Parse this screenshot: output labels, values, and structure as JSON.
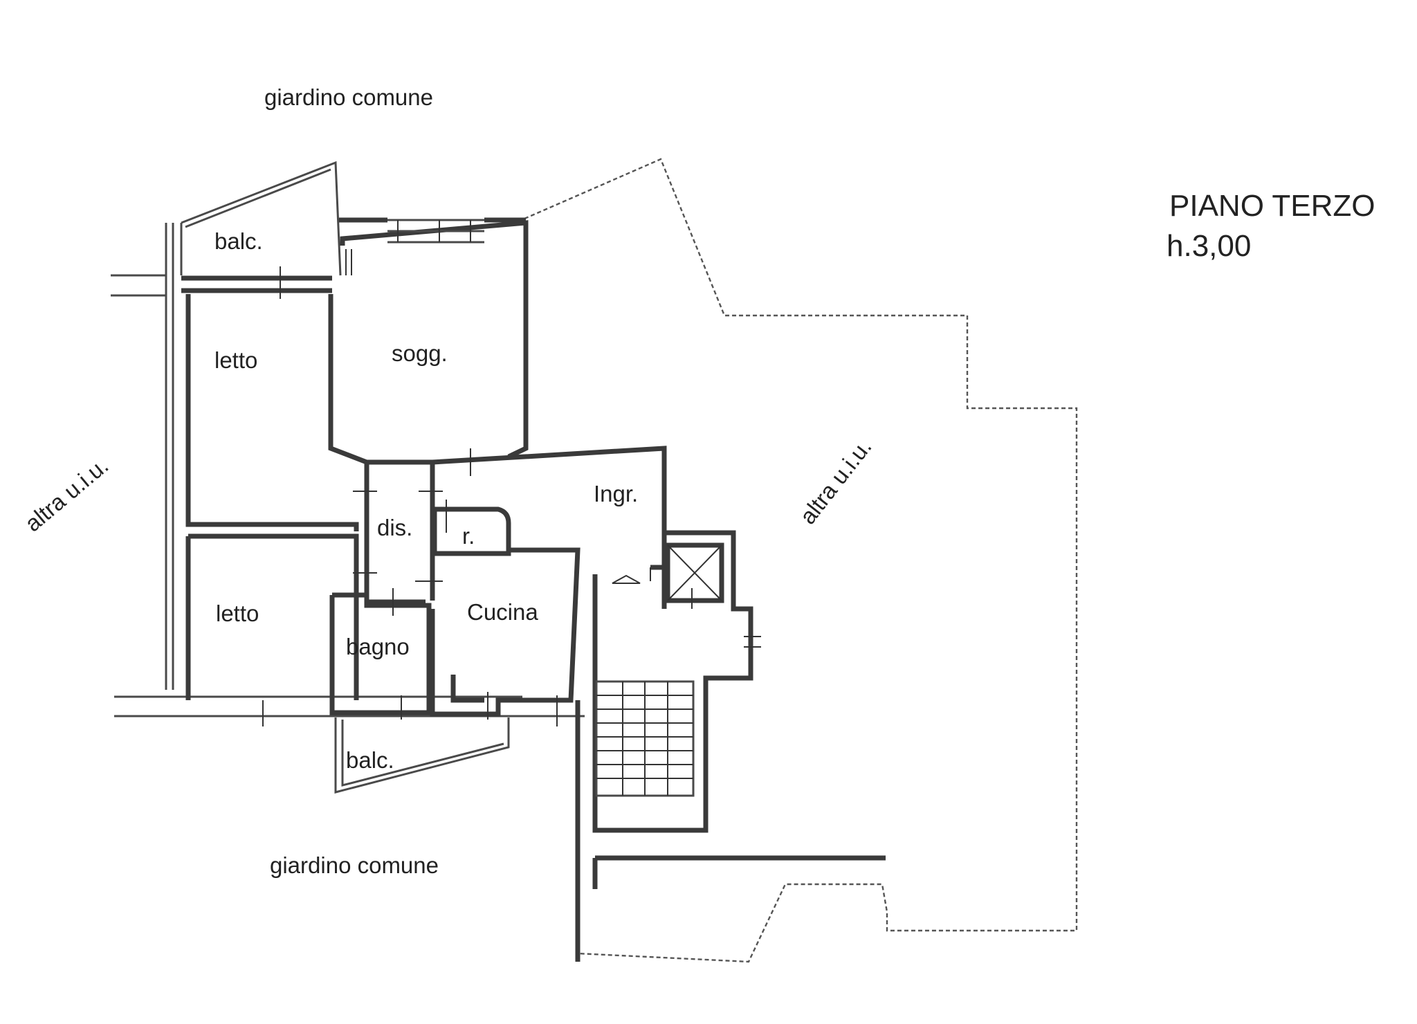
{
  "title": "PIANO TERZO",
  "height_label": "h.3,00",
  "labels": {
    "garden_top": "giardino comune",
    "garden_bottom": "giardino comune",
    "other_unit_left": "altra u.i.u.",
    "other_unit_right": "altra u.i.u."
  },
  "rooms": {
    "balcony_top": "balc.",
    "bedroom_top": "letto",
    "living_room": "sogg.",
    "hallway": "dis.",
    "closet": "r.",
    "entrance": "Ingr.",
    "bedroom_bottom": "letto",
    "bathroom": "bagno",
    "kitchen": "Cucina",
    "balcony_bottom": "balc."
  },
  "colors": {
    "walls": "#3a3a3a",
    "text": "#222222",
    "background": "#ffffff"
  }
}
